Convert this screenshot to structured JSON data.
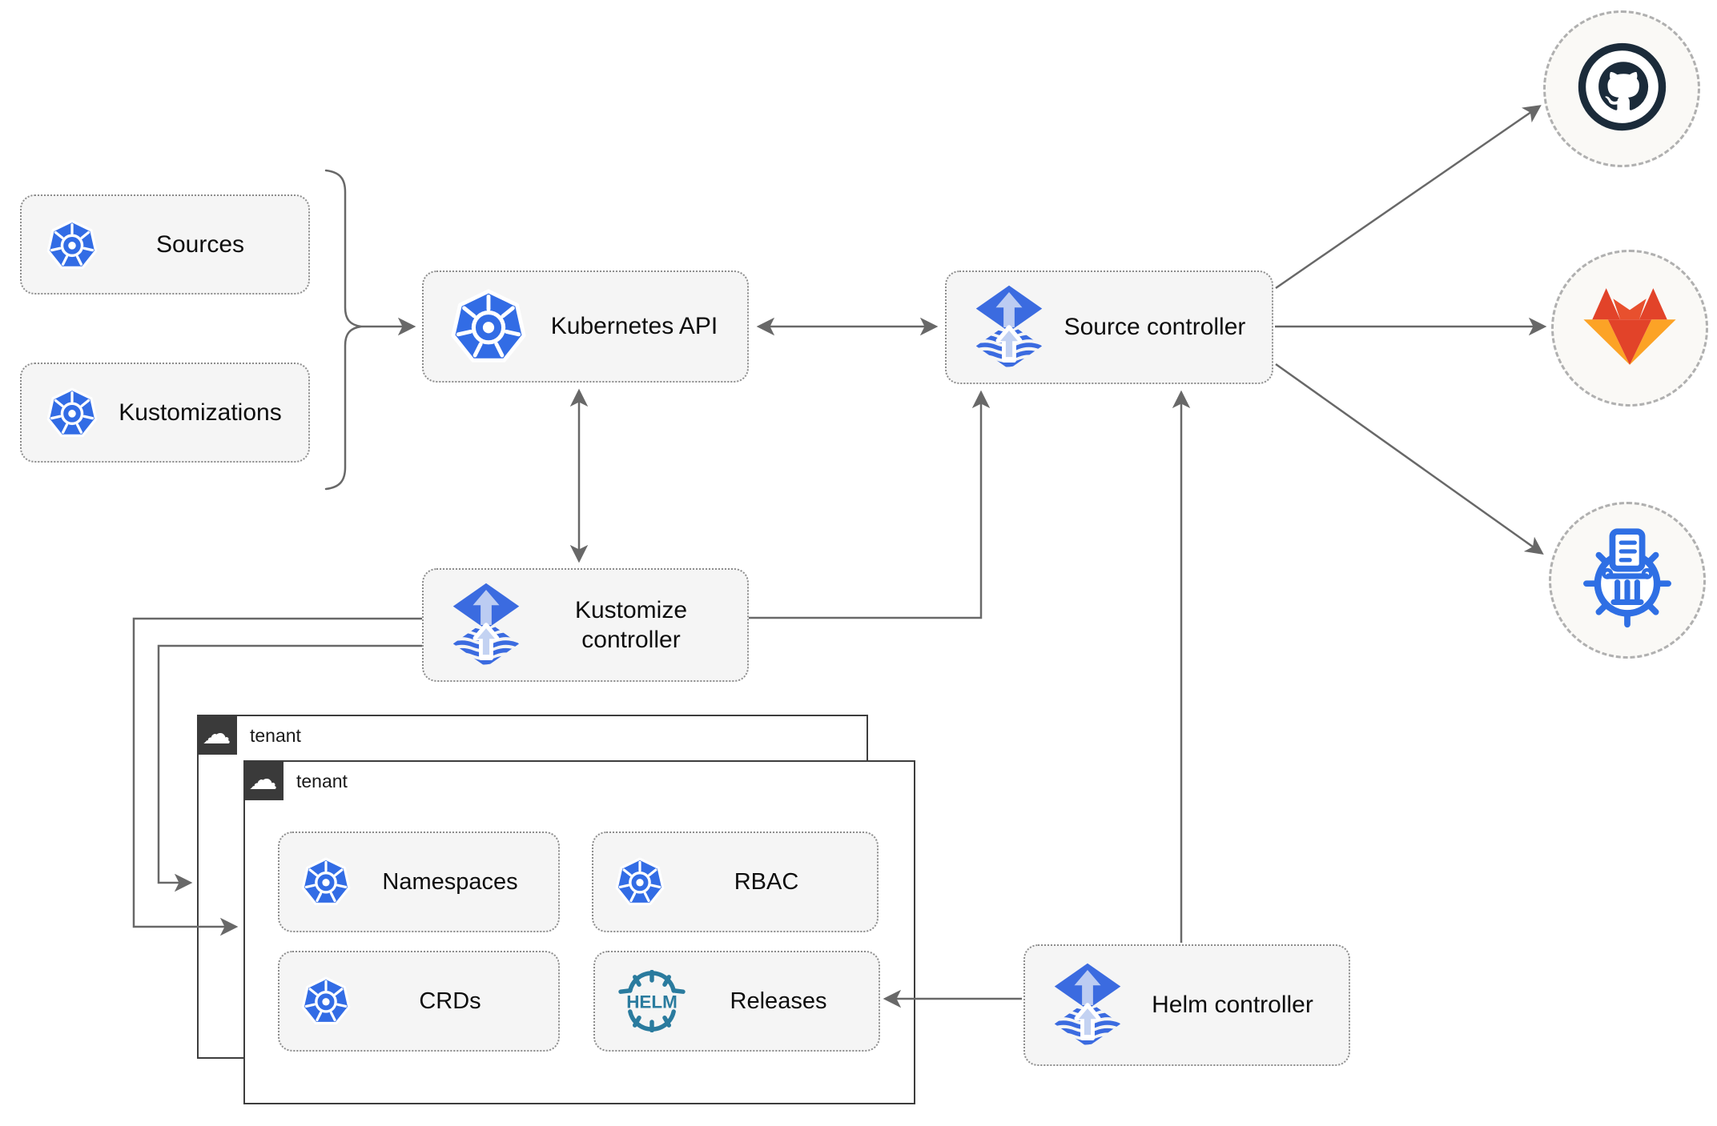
{
  "nodes": {
    "sources": {
      "label": "Sources",
      "icon": "kubernetes-icon"
    },
    "kustomizations": {
      "label": "Kustomizations",
      "icon": "kubernetes-icon"
    },
    "kubernetes_api": {
      "label": "Kubernetes API",
      "icon": "kubernetes-icon"
    },
    "source_controller": {
      "label": "Source controller",
      "icon": "flux-icon"
    },
    "kustomize_controller": {
      "label": "Kustomize controller",
      "icon": "flux-icon"
    },
    "helm_controller": {
      "label": "Helm controller",
      "icon": "flux-icon"
    },
    "namespaces": {
      "label": "Namespaces",
      "icon": "kubernetes-icon"
    },
    "rbac": {
      "label": "RBAC",
      "icon": "kubernetes-icon"
    },
    "crds": {
      "label": "CRDs",
      "icon": "kubernetes-icon"
    },
    "releases": {
      "label": "Releases",
      "icon": "helm-icon"
    }
  },
  "groups": {
    "tenant_back": {
      "label": "tenant",
      "icon": "cloud-icon"
    },
    "tenant_front": {
      "label": "tenant",
      "icon": "cloud-icon"
    }
  },
  "remotes": {
    "github": {
      "icon": "github-logo"
    },
    "gitlab": {
      "icon": "gitlab-logo"
    },
    "chart_repository": {
      "icon": "helm-chart-repository-logo"
    }
  },
  "logo_text": {
    "helm": "HELM"
  },
  "badge": {
    "cloud_glyph": "☁"
  },
  "colors": {
    "kubernetes_blue": "#326ce5",
    "flux_blue": "#3b6be0",
    "flux_light": "#c3d2f2",
    "helm_teal": "#2a7b9e",
    "github_dark": "#1b2b3a",
    "gitlab_red": "#e24329",
    "gitlab_orange": "#e8502e",
    "gitlab_yellow": "#fca326",
    "connector_gray": "#686868",
    "node_fill": "#f5f5f5",
    "node_border": "#8d8d8d",
    "tenant_border": "#3d3d3d",
    "badge_bg": "#3a3a3a",
    "remote_bg": "#faf9f6"
  }
}
